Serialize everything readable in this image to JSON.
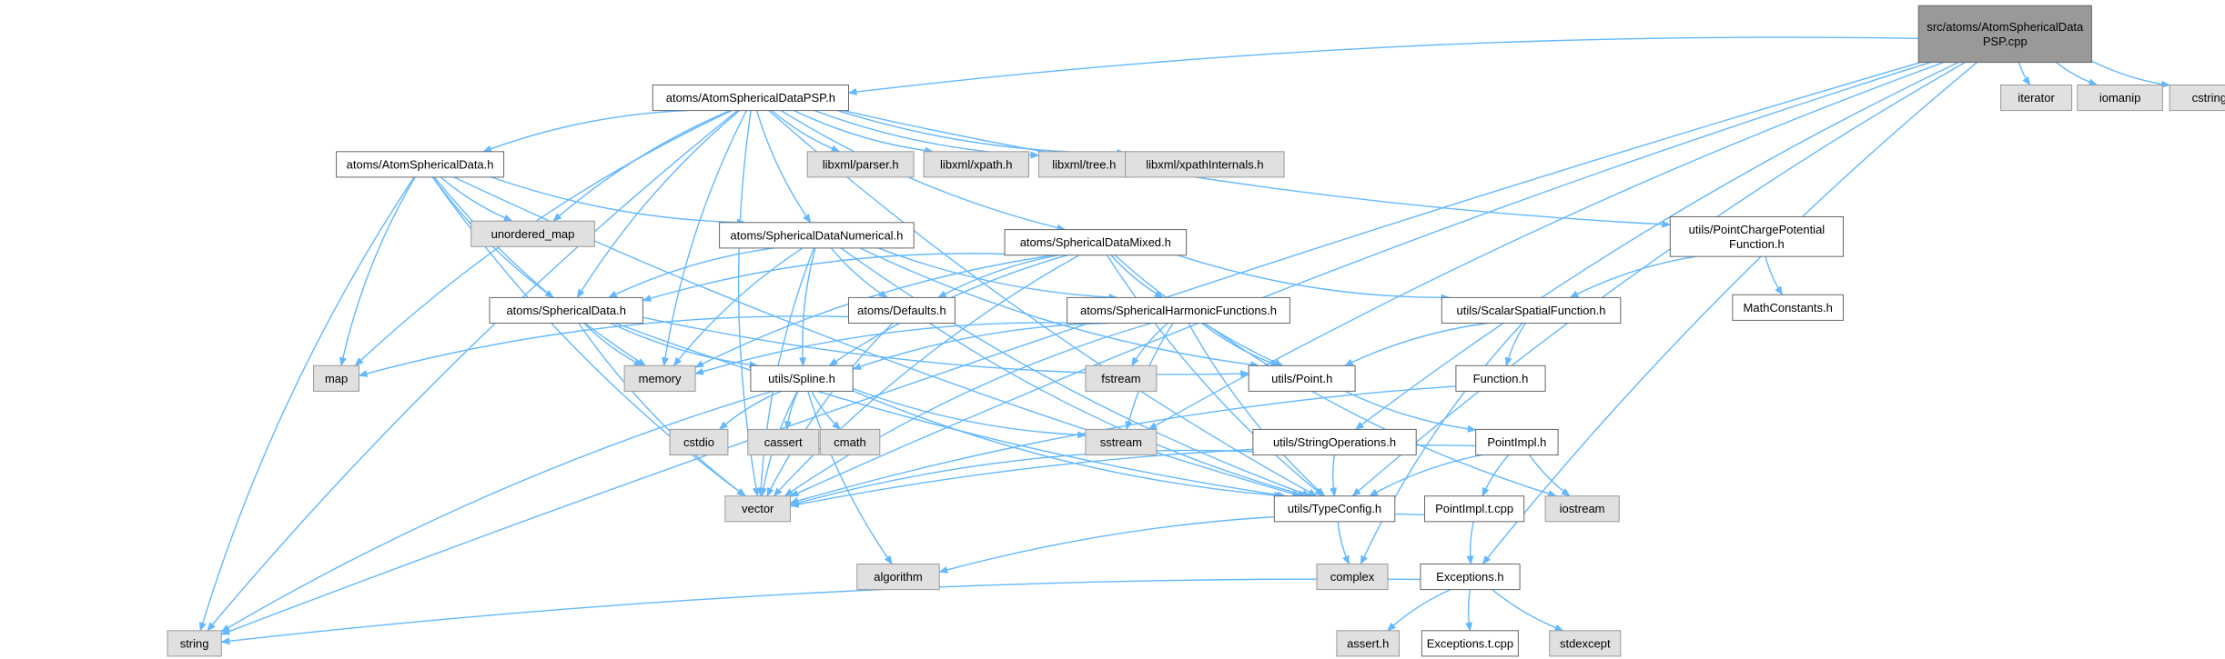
{
  "colors": {
    "edge": "#63b8ff",
    "root_fill": "#999999",
    "root_border": "#666666",
    "documented_fill": "#ffffff",
    "documented_border": "#666666",
    "external_fill": "#e0e0e0",
    "external_border": "#999999"
  },
  "nodes": {
    "root": {
      "lines": [
        "src/atoms/AtomSphericalData",
        "PSP.cpp"
      ],
      "kind": "root"
    },
    "psp_h": {
      "lines": [
        "atoms/AtomSphericalDataPSP.h"
      ],
      "kind": "documented"
    },
    "iterator": {
      "lines": [
        "iterator"
      ],
      "kind": "external"
    },
    "iomanip": {
      "lines": [
        "iomanip"
      ],
      "kind": "external"
    },
    "cstring": {
      "lines": [
        "cstring"
      ],
      "kind": "external"
    },
    "asd_h": {
      "lines": [
        "atoms/AtomSphericalData.h"
      ],
      "kind": "documented"
    },
    "parser": {
      "lines": [
        "libxml/parser.h"
      ],
      "kind": "external"
    },
    "xpath": {
      "lines": [
        "libxml/xpath.h"
      ],
      "kind": "external"
    },
    "tree": {
      "lines": [
        "libxml/tree.h"
      ],
      "kind": "external"
    },
    "xpathInternals": {
      "lines": [
        "libxml/xpathInternals.h"
      ],
      "kind": "external"
    },
    "pcpf": {
      "lines": [
        "utils/PointChargePotential",
        "Function.h"
      ],
      "kind": "documented"
    },
    "unordered_map": {
      "lines": [
        "unordered_map"
      ],
      "kind": "external"
    },
    "sdnum": {
      "lines": [
        "atoms/SphericalDataNumerical.h"
      ],
      "kind": "documented"
    },
    "sdmixed": {
      "lines": [
        "atoms/SphericalDataMixed.h"
      ],
      "kind": "documented"
    },
    "mathconst": {
      "lines": [
        "MathConstants.h"
      ],
      "kind": "documented"
    },
    "sd": {
      "lines": [
        "atoms/SphericalData.h"
      ],
      "kind": "documented"
    },
    "defaults": {
      "lines": [
        "atoms/Defaults.h"
      ],
      "kind": "documented"
    },
    "shf": {
      "lines": [
        "atoms/SphericalHarmonicFunctions.h"
      ],
      "kind": "documented"
    },
    "ssf": {
      "lines": [
        "utils/ScalarSpatialFunction.h"
      ],
      "kind": "documented"
    },
    "map": {
      "lines": [
        "map"
      ],
      "kind": "external"
    },
    "memory": {
      "lines": [
        "memory"
      ],
      "kind": "external"
    },
    "spline": {
      "lines": [
        "utils/Spline.h"
      ],
      "kind": "documented"
    },
    "fstream": {
      "lines": [
        "fstream"
      ],
      "kind": "external"
    },
    "point": {
      "lines": [
        "utils/Point.h"
      ],
      "kind": "documented"
    },
    "function": {
      "lines": [
        "Function.h"
      ],
      "kind": "documented"
    },
    "cstdio": {
      "lines": [
        "cstdio"
      ],
      "kind": "external"
    },
    "cassert": {
      "lines": [
        "cassert"
      ],
      "kind": "external"
    },
    "cmath": {
      "lines": [
        "cmath"
      ],
      "kind": "external"
    },
    "sstream": {
      "lines": [
        "sstream"
      ],
      "kind": "external"
    },
    "strops": {
      "lines": [
        "utils/StringOperations.h"
      ],
      "kind": "documented"
    },
    "pointimpl": {
      "lines": [
        "PointImpl.h"
      ],
      "kind": "documented"
    },
    "vector": {
      "lines": [
        "vector"
      ],
      "kind": "external"
    },
    "typeconfig": {
      "lines": [
        "utils/TypeConfig.h"
      ],
      "kind": "documented"
    },
    "iostream": {
      "lines": [
        "iostream"
      ],
      "kind": "external"
    },
    "pointimpl_t": {
      "lines": [
        "PointImpl.t.cpp"
      ],
      "kind": "documented"
    },
    "algorithm": {
      "lines": [
        "algorithm"
      ],
      "kind": "external"
    },
    "complex": {
      "lines": [
        "complex"
      ],
      "kind": "external"
    },
    "exceptions": {
      "lines": [
        "Exceptions.h"
      ],
      "kind": "documented"
    },
    "string": {
      "lines": [
        "string"
      ],
      "kind": "external"
    },
    "assert": {
      "lines": [
        "assert.h"
      ],
      "kind": "external"
    },
    "exceptions_t": {
      "lines": [
        "Exceptions.t.cpp"
      ],
      "kind": "documented"
    },
    "stdexcept": {
      "lines": [
        "stdexcept"
      ],
      "kind": "external"
    }
  },
  "edges": [
    [
      "root",
      "psp_h"
    ],
    [
      "root",
      "iterator"
    ],
    [
      "root",
      "iomanip"
    ],
    [
      "root",
      "cstring"
    ],
    [
      "root",
      "string"
    ],
    [
      "root",
      "vector"
    ],
    [
      "root",
      "sstream"
    ],
    [
      "root",
      "strops"
    ],
    [
      "root",
      "exceptions"
    ],
    [
      "root",
      "typeconfig"
    ],
    [
      "psp_h",
      "asd_h"
    ],
    [
      "psp_h",
      "parser"
    ],
    [
      "psp_h",
      "xpath"
    ],
    [
      "psp_h",
      "tree"
    ],
    [
      "psp_h",
      "xpathInternals"
    ],
    [
      "psp_h",
      "pcpf"
    ],
    [
      "psp_h",
      "unordered_map"
    ],
    [
      "psp_h",
      "sdnum"
    ],
    [
      "psp_h",
      "sdmixed"
    ],
    [
      "psp_h",
      "sd"
    ],
    [
      "psp_h",
      "map"
    ],
    [
      "psp_h",
      "memory"
    ],
    [
      "psp_h",
      "string"
    ],
    [
      "psp_h",
      "vector"
    ],
    [
      "psp_h",
      "typeconfig"
    ],
    [
      "asd_h",
      "unordered_map"
    ],
    [
      "asd_h",
      "sdnum"
    ],
    [
      "asd_h",
      "sd"
    ],
    [
      "asd_h",
      "map"
    ],
    [
      "asd_h",
      "memory"
    ],
    [
      "asd_h",
      "string"
    ],
    [
      "asd_h",
      "vector"
    ],
    [
      "asd_h",
      "typeconfig"
    ],
    [
      "sdnum",
      "sd"
    ],
    [
      "sdnum",
      "defaults"
    ],
    [
      "sdnum",
      "shf"
    ],
    [
      "sdnum",
      "spline"
    ],
    [
      "sdnum",
      "memory"
    ],
    [
      "sdnum",
      "point"
    ],
    [
      "sdnum",
      "vector"
    ],
    [
      "sdnum",
      "typeconfig"
    ],
    [
      "sdmixed",
      "sd"
    ],
    [
      "sdmixed",
      "defaults"
    ],
    [
      "sdmixed",
      "shf"
    ],
    [
      "sdmixed",
      "ssf"
    ],
    [
      "sdmixed",
      "spline"
    ],
    [
      "sdmixed",
      "memory"
    ],
    [
      "sdmixed",
      "point"
    ],
    [
      "sdmixed",
      "vector"
    ],
    [
      "sdmixed",
      "typeconfig"
    ],
    [
      "pcpf",
      "ssf"
    ],
    [
      "pcpf",
      "mathconst"
    ],
    [
      "sd",
      "memory"
    ],
    [
      "sd",
      "spline"
    ],
    [
      "sd",
      "point"
    ],
    [
      "sd",
      "vector"
    ],
    [
      "sd",
      "typeconfig"
    ],
    [
      "defaults",
      "map"
    ],
    [
      "defaults",
      "vector"
    ],
    [
      "defaults",
      "typeconfig"
    ],
    [
      "shf",
      "memory"
    ],
    [
      "shf",
      "spline"
    ],
    [
      "shf",
      "fstream"
    ],
    [
      "shf",
      "sstream"
    ],
    [
      "shf",
      "point"
    ],
    [
      "shf",
      "vector"
    ],
    [
      "shf",
      "typeconfig"
    ],
    [
      "shf",
      "iostream"
    ],
    [
      "ssf",
      "point"
    ],
    [
      "ssf",
      "function"
    ],
    [
      "ssf",
      "complex"
    ],
    [
      "spline",
      "cstdio"
    ],
    [
      "spline",
      "cassert"
    ],
    [
      "spline",
      "cmath"
    ],
    [
      "spline",
      "sstream"
    ],
    [
      "spline",
      "vector"
    ],
    [
      "spline",
      "string"
    ],
    [
      "spline",
      "algorithm"
    ],
    [
      "spline",
      "typeconfig"
    ],
    [
      "point",
      "pointimpl"
    ],
    [
      "function",
      "vector"
    ],
    [
      "strops",
      "vector"
    ],
    [
      "strops",
      "typeconfig"
    ],
    [
      "pointimpl",
      "pointimpl_t"
    ],
    [
      "pointimpl",
      "vector"
    ],
    [
      "pointimpl",
      "typeconfig"
    ],
    [
      "pointimpl",
      "iostream"
    ],
    [
      "pointimpl_t",
      "algorithm"
    ],
    [
      "pointimpl_t",
      "exceptions"
    ],
    [
      "typeconfig",
      "complex"
    ],
    [
      "exceptions",
      "string"
    ],
    [
      "exceptions",
      "assert"
    ],
    [
      "exceptions",
      "exceptions_t"
    ],
    [
      "exceptions",
      "stdexcept"
    ]
  ]
}
